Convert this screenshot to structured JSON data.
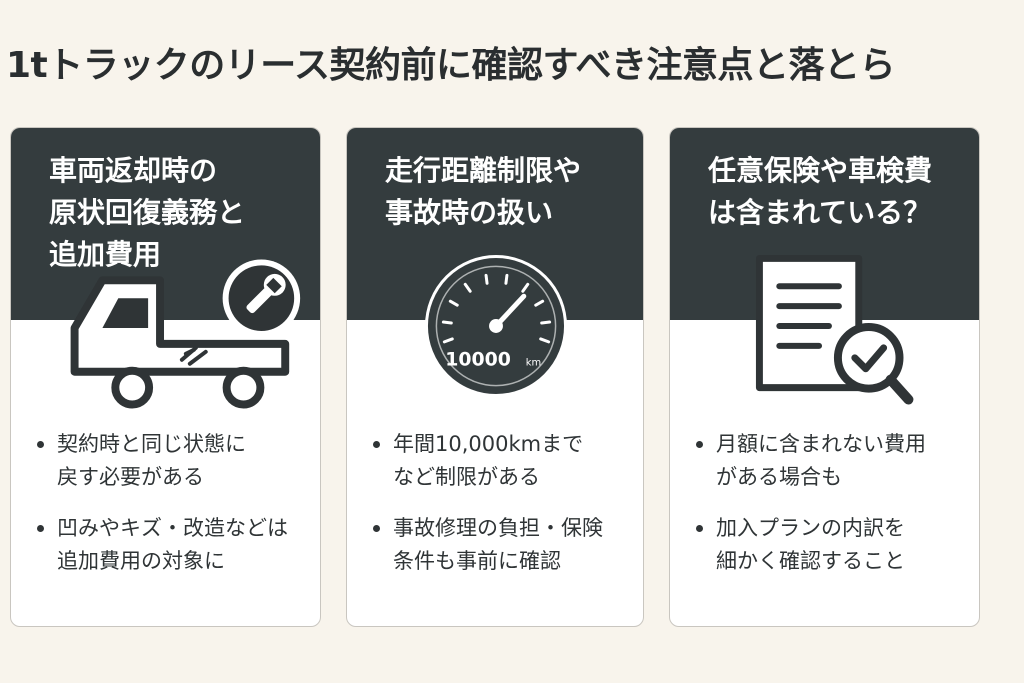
{
  "title": "1tトラックのリース契約前に確認すべき注意点と落とら",
  "cards": [
    {
      "title": "車両返却時の\n原状回復義務と\n追加費用",
      "bullets": [
        "契約時と同じ状態に\n戻す必要がある",
        "凹みやキズ・改造などは\n追加費用の対象に"
      ],
      "icons": [
        "pickup-truck-icon",
        "wrench-icon",
        "scratch-mark-icon"
      ]
    },
    {
      "title": "走行距離制限や\n事故時の扱い",
      "bullets": [
        "年間10,000kmまで\nなど制限がある",
        "事故修理の負担・保険\n条件も事前に確認"
      ],
      "gauge": {
        "value": "10000",
        "unit": "km"
      },
      "icons": [
        "speedometer-icon"
      ]
    },
    {
      "title": "任意保険や車検費\nは含まれている？",
      "bullets": [
        "月額に含まれない費用\nがある場合も",
        "加入プランの内訳を\n細かく確認すること"
      ],
      "icons": [
        "document-icon",
        "magnifier-check-icon"
      ]
    }
  ],
  "colors": {
    "background": "#f8f4ec",
    "header": "#343c3e",
    "card": "#ffffff",
    "text": "#2f3436"
  }
}
